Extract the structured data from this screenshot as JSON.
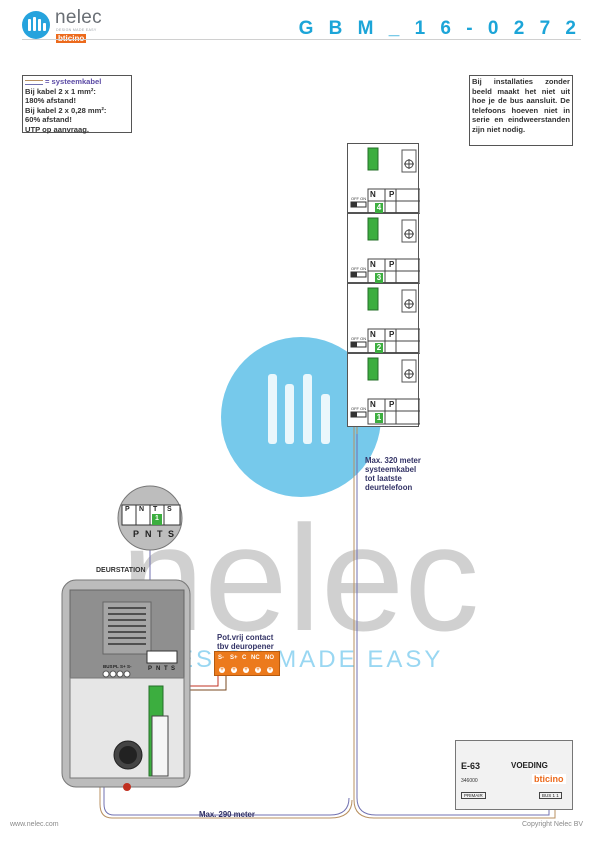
{
  "header": {
    "logo": {
      "name": "nelec",
      "tagline": "DESIGN MADE EASY",
      "brand": "bticino"
    },
    "doc_code": "G B M _ 1 6 - 0 2 7 2"
  },
  "notes": {
    "left": {
      "legend": "= systeemkabel",
      "lines": [
        "Bij kabel 2 x 1 mm²:",
        "180% afstand!",
        "Bij kabel 2 x 0,28 mm²:",
        "60% afstand!",
        "UTP op aanvraag."
      ]
    },
    "right": "Bij installaties zonder beeld maakt het niet uit hoe je de bus aansluit. De telefoons hoeven niet in serie en eindweerstanden zijn niet nodig."
  },
  "watermark": {
    "text": "nelec",
    "tagline": "DESIGN MADE EASY"
  },
  "door_phones": [
    {
      "number": "4",
      "n_label": "N",
      "p_label": "P",
      "switch": "OFF ON"
    },
    {
      "number": "3",
      "n_label": "N",
      "p_label": "P",
      "switch": "OFF ON"
    },
    {
      "number": "2",
      "n_label": "N",
      "p_label": "P",
      "switch": "OFF ON"
    },
    {
      "number": "1",
      "n_label": "N",
      "p_label": "P",
      "switch": "OFF ON"
    }
  ],
  "labels": {
    "max320": [
      "Max. 320 meter",
      "systeemkabel",
      "tot laatste",
      "deurtelefoon"
    ],
    "max290": "Max. 290 meter",
    "deurstation": "DEURSTATION",
    "potvrij": [
      "Pot.vrij contact",
      "tbv deuropener"
    ]
  },
  "config_zoom": {
    "top": [
      "P",
      "N",
      "T",
      "S"
    ],
    "value": "1",
    "bottom": [
      "P",
      "N",
      "T",
      "S"
    ]
  },
  "door_station_terminals": [
    "BUS",
    "PL",
    "S+",
    "S-"
  ],
  "door_station_bottom": [
    "P",
    "N",
    "T",
    "S"
  ],
  "relay": {
    "terminals": [
      "S-",
      "S+",
      "C",
      "NC",
      "NO"
    ]
  },
  "psu": {
    "model": "E-63",
    "title": "VOEDING",
    "code": "346000",
    "brand": "bticino",
    "primair": "PRIMAIR",
    "bus": "BUS 1 1"
  },
  "footer": {
    "left": "www.nelec.com",
    "right": "Copyright Nelec BV"
  },
  "colors": {
    "accent": "#1ca5d8",
    "orange": "#ec7a1c",
    "green": "#3cae3f",
    "cable_a": "#b89060",
    "cable_b": "#7070b0"
  }
}
